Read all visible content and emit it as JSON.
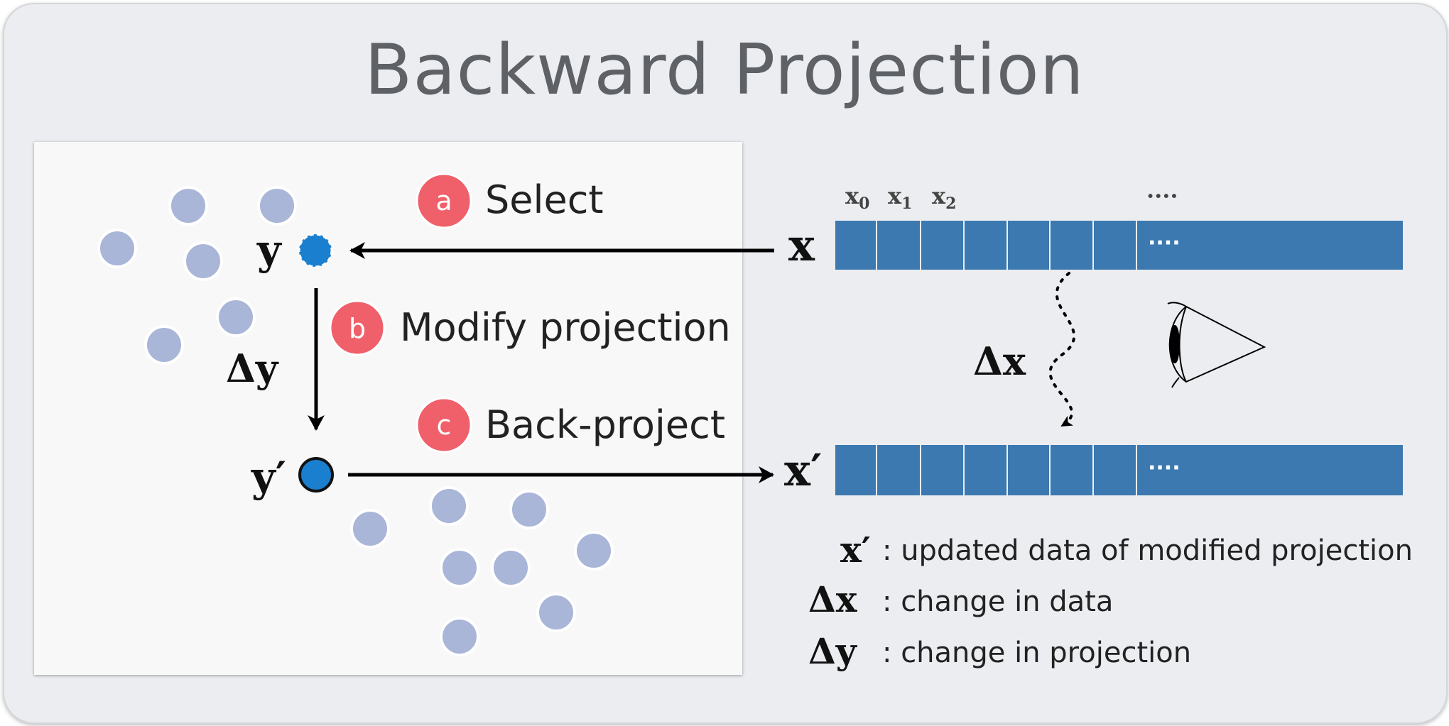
{
  "title": "Backward Projection",
  "steps": [
    {
      "badge": "a",
      "label": "Select"
    },
    {
      "badge": "b",
      "label": "Modify projection"
    },
    {
      "badge": "c",
      "label": "Back-project"
    }
  ],
  "symbols": {
    "y": "y",
    "y_prime": "y′",
    "delta_y": "Δy",
    "x": "x",
    "x_prime": "x′",
    "delta_x": "Δx"
  },
  "vector_indices": {
    "x0_base": "x",
    "x0_sub": "0",
    "x1_base": "x",
    "x1_sub": "1",
    "x2_base": "x",
    "x2_sub": "2",
    "ellipsis": "····"
  },
  "bar_ellipsis": "····",
  "legend": [
    {
      "symbol": "x′",
      "text": ": updated data of modified projection"
    },
    {
      "symbol": "Δx",
      "text": ": change in data"
    },
    {
      "symbol": "Δy",
      "text": ": change in projection"
    }
  ],
  "colors": {
    "badge": "#f0606a",
    "point": "#a9b6d8",
    "selected_point": "#1a7fcf",
    "bar": "#3c79b0"
  }
}
